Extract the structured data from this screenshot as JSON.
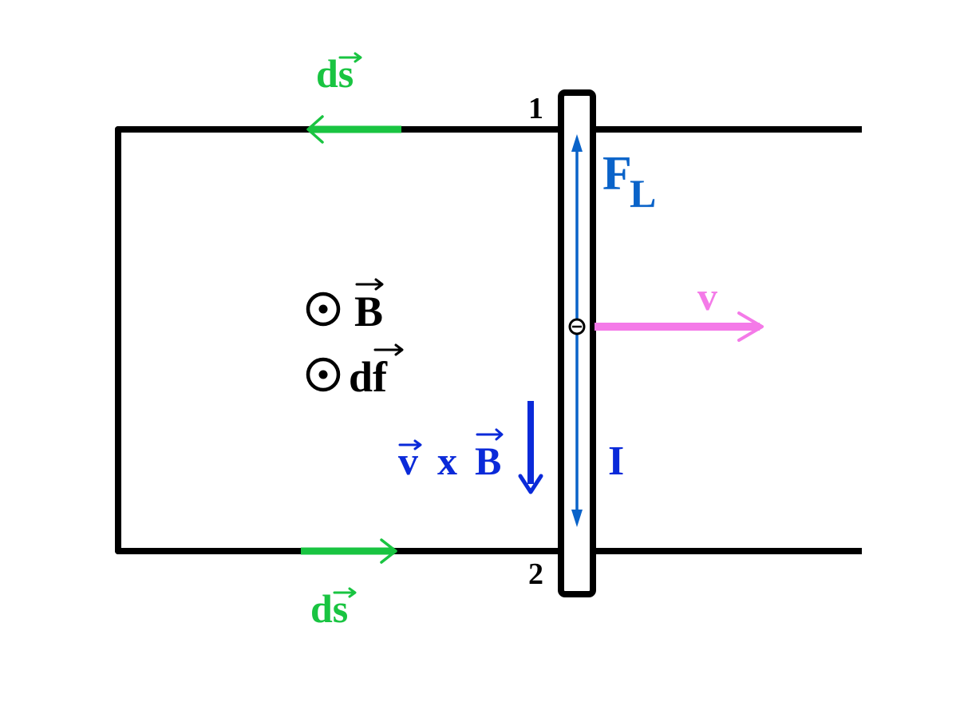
{
  "colors": {
    "circuit": "#000000",
    "ds": "#19c441",
    "lorentz": "#0a63c9",
    "vxb": "#0a2ad9",
    "velocity": "#f47ae8",
    "text": "#000000"
  },
  "labels": {
    "ds_top": "ds",
    "ds_bottom": "ds",
    "point_1": "1",
    "point_2": "2",
    "lorentz_force": "F",
    "lorentz_sub": "L",
    "velocity": "v",
    "field_B": "B",
    "area_element": "df",
    "vxb_v": "v",
    "vxb_x": "x",
    "vxb_B": "B",
    "current": "I",
    "charge_sign": "−"
  },
  "icons": {
    "field_out_of_page": "dot-in-circle-icon",
    "area_out_of_page": "dot-in-circle-icon",
    "electron": "minus-in-circle-icon"
  }
}
